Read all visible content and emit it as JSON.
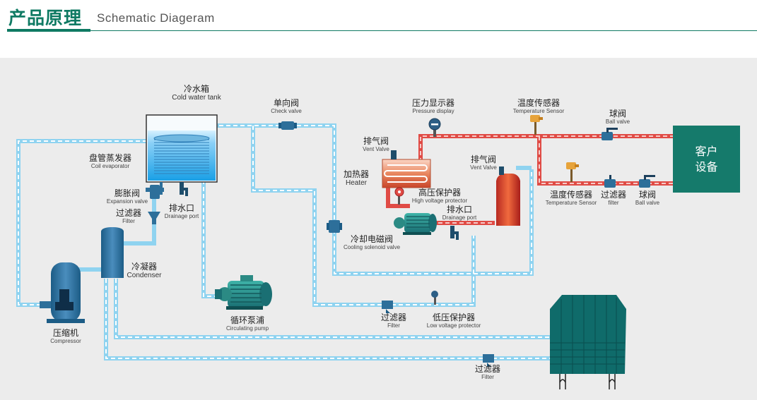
{
  "header": {
    "title_cn": "产品原理",
    "title_en": "Schematic Diageram"
  },
  "customer": {
    "line1": "客户",
    "line2": "设备"
  },
  "labels": {
    "cold_water_tank": {
      "cn": "冷水箱",
      "en": "Cold water tank"
    },
    "check_valve": {
      "cn": "单向阀",
      "en": "Check valve"
    },
    "pressure_display": {
      "cn": "压力显示器",
      "en": "Pressure display"
    },
    "temp_sensor_top": {
      "cn": "温度传感器",
      "en": "Temperature Sensor"
    },
    "ball_valve_top": {
      "cn": "球阀",
      "en": "Ball valve"
    },
    "coil_evaporator": {
      "cn": "盘管蒸发器",
      "en": "Coil evaporator"
    },
    "vent_valve_left": {
      "cn": "排气阀",
      "en": "Vent Valve"
    },
    "vent_valve_right": {
      "cn": "排气阀",
      "en": "Vent Valve"
    },
    "heater": {
      "cn": "加热器",
      "en": "Heater"
    },
    "expansion_valve": {
      "cn": "膨胀阀",
      "en": "Expansion valve"
    },
    "drainage_port_left": {
      "cn": "排水口",
      "en": "Drainage port"
    },
    "high_voltage_protector": {
      "cn": "高压保护器",
      "en": "High voltage protector"
    },
    "drainage_port_mid": {
      "cn": "排水口",
      "en": "Drainage port"
    },
    "temp_sensor_bottom": {
      "cn": "温度传感器",
      "en": "Temperature Sensor"
    },
    "filter_right": {
      "cn": "过滤器",
      "en": "filter"
    },
    "ball_valve_bottom": {
      "cn": "球阀",
      "en": "Ball valve"
    },
    "filter_left": {
      "cn": "过滤器",
      "en": "Filter"
    },
    "cooling_solenoid_valve": {
      "cn": "冷却电磁阀",
      "en": "Cooling solenoid valve"
    },
    "condenser": {
      "cn": "冷凝器",
      "en": "Condenser"
    },
    "compressor": {
      "cn": "压缩机",
      "en": "Compressor"
    },
    "circulating_pump": {
      "cn": "循环泵浦",
      "en": "Circulating pump"
    },
    "filter_mid": {
      "cn": "过滤器",
      "en": "Filter"
    },
    "low_voltage_protector": {
      "cn": "低压保护器",
      "en": "Low voltage protector"
    },
    "filter_bottom": {
      "cn": "过滤器",
      "en": "Filter"
    }
  },
  "colors": {
    "brand": "#0f7a63",
    "pipe_cold": "#8fd3f0",
    "pipe_hot": "#e04b45",
    "equipment": "#2d6f9a",
    "tower": "#0f6b6a",
    "customer": "#157a6b"
  }
}
